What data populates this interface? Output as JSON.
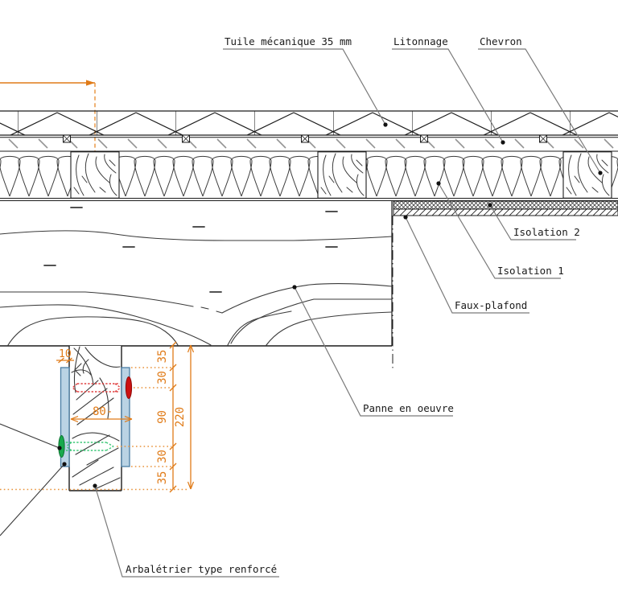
{
  "drawing": {
    "labels": {
      "tuile_mecanique": "Tuile mécanique 35 mm",
      "litonnage": "Litonnage",
      "chevron": "Chevron",
      "isolation_2": "Isolation 2",
      "isolation_1": "Isolation 1",
      "faux_plafond": "Faux-plafond",
      "panne_en_oeuvre": "Panne en oeuvre",
      "arbaletrier": "Arbalétrier type renforcé"
    },
    "dimensions": {
      "plate_thickness": "10",
      "bolt_length": "80-",
      "chain": [
        "35",
        "30",
        "90",
        "30",
        "35"
      ],
      "total_height": "220"
    },
    "colors": {
      "dimension_orange": "#E07B18",
      "bolt_red": "#CC1111",
      "bolt_green": "#18A94C",
      "plate_fill": "#BAD3E4",
      "plate_stroke": "#4A7EA5"
    }
  }
}
